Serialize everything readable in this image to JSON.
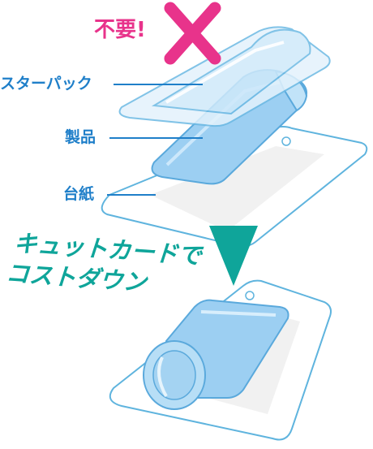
{
  "labels": {
    "unnecessary": "不要!",
    "blister_pack": "スターパック",
    "product": "製品",
    "backing_card": "台紙"
  },
  "caption": {
    "line1": "キュットカードで",
    "line2": "コストダウン"
  },
  "colors": {
    "label_blue": "#1f7fc9",
    "pink": "#e8338b",
    "teal": "#0fa59a",
    "sheet_outline": "#5fb4de",
    "product_blue": "#8ec8ef"
  },
  "icons": {
    "cross": "x-mark-icon",
    "arrow": "down-triangle-arrow-icon"
  }
}
